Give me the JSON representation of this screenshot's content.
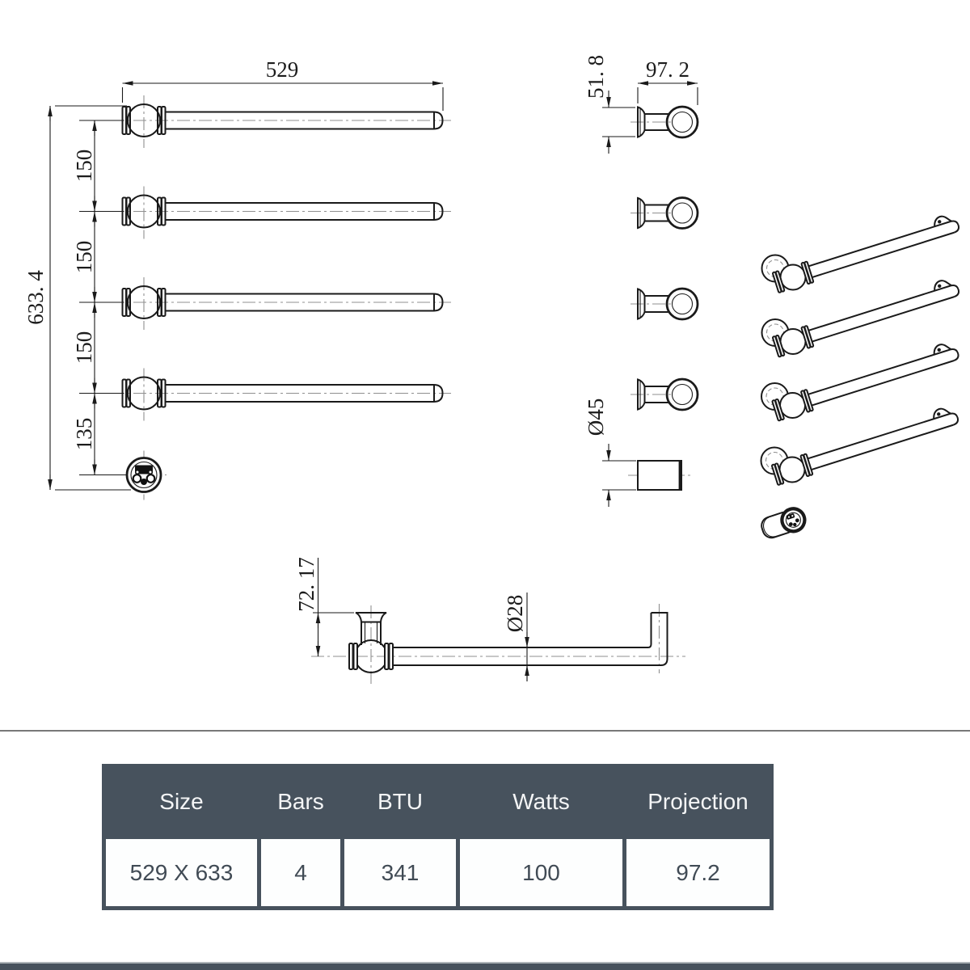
{
  "drawing": {
    "front_view": {
      "width_label": "529",
      "height_label": "633. 4",
      "spacing_label_1": "150",
      "spacing_label_2": "150",
      "spacing_label_3": "150",
      "bottom_spacing_label": "135"
    },
    "side_view": {
      "bracket_height_label": "51. 8",
      "projection_label": "97. 2",
      "element_diameter_label": "Ø45"
    },
    "top_view": {
      "bracket_height_label": "72. 17",
      "tube_diameter_label": "Ø28"
    }
  },
  "table": {
    "headers": [
      "Size",
      "Bars",
      "BTU",
      "Watts",
      "Projection"
    ],
    "row": [
      "529 X 633",
      "4",
      "341",
      "100",
      "97.2"
    ]
  },
  "colors": {
    "object_line": "#1a1a1a",
    "centerline": "#8f8f8f",
    "separator": "#787878",
    "table_header_bg": "#47525D",
    "table_header_text": "#F4F5F6",
    "table_cell_bg": "#FDFEFE",
    "table_cell_text": "#414B55"
  }
}
